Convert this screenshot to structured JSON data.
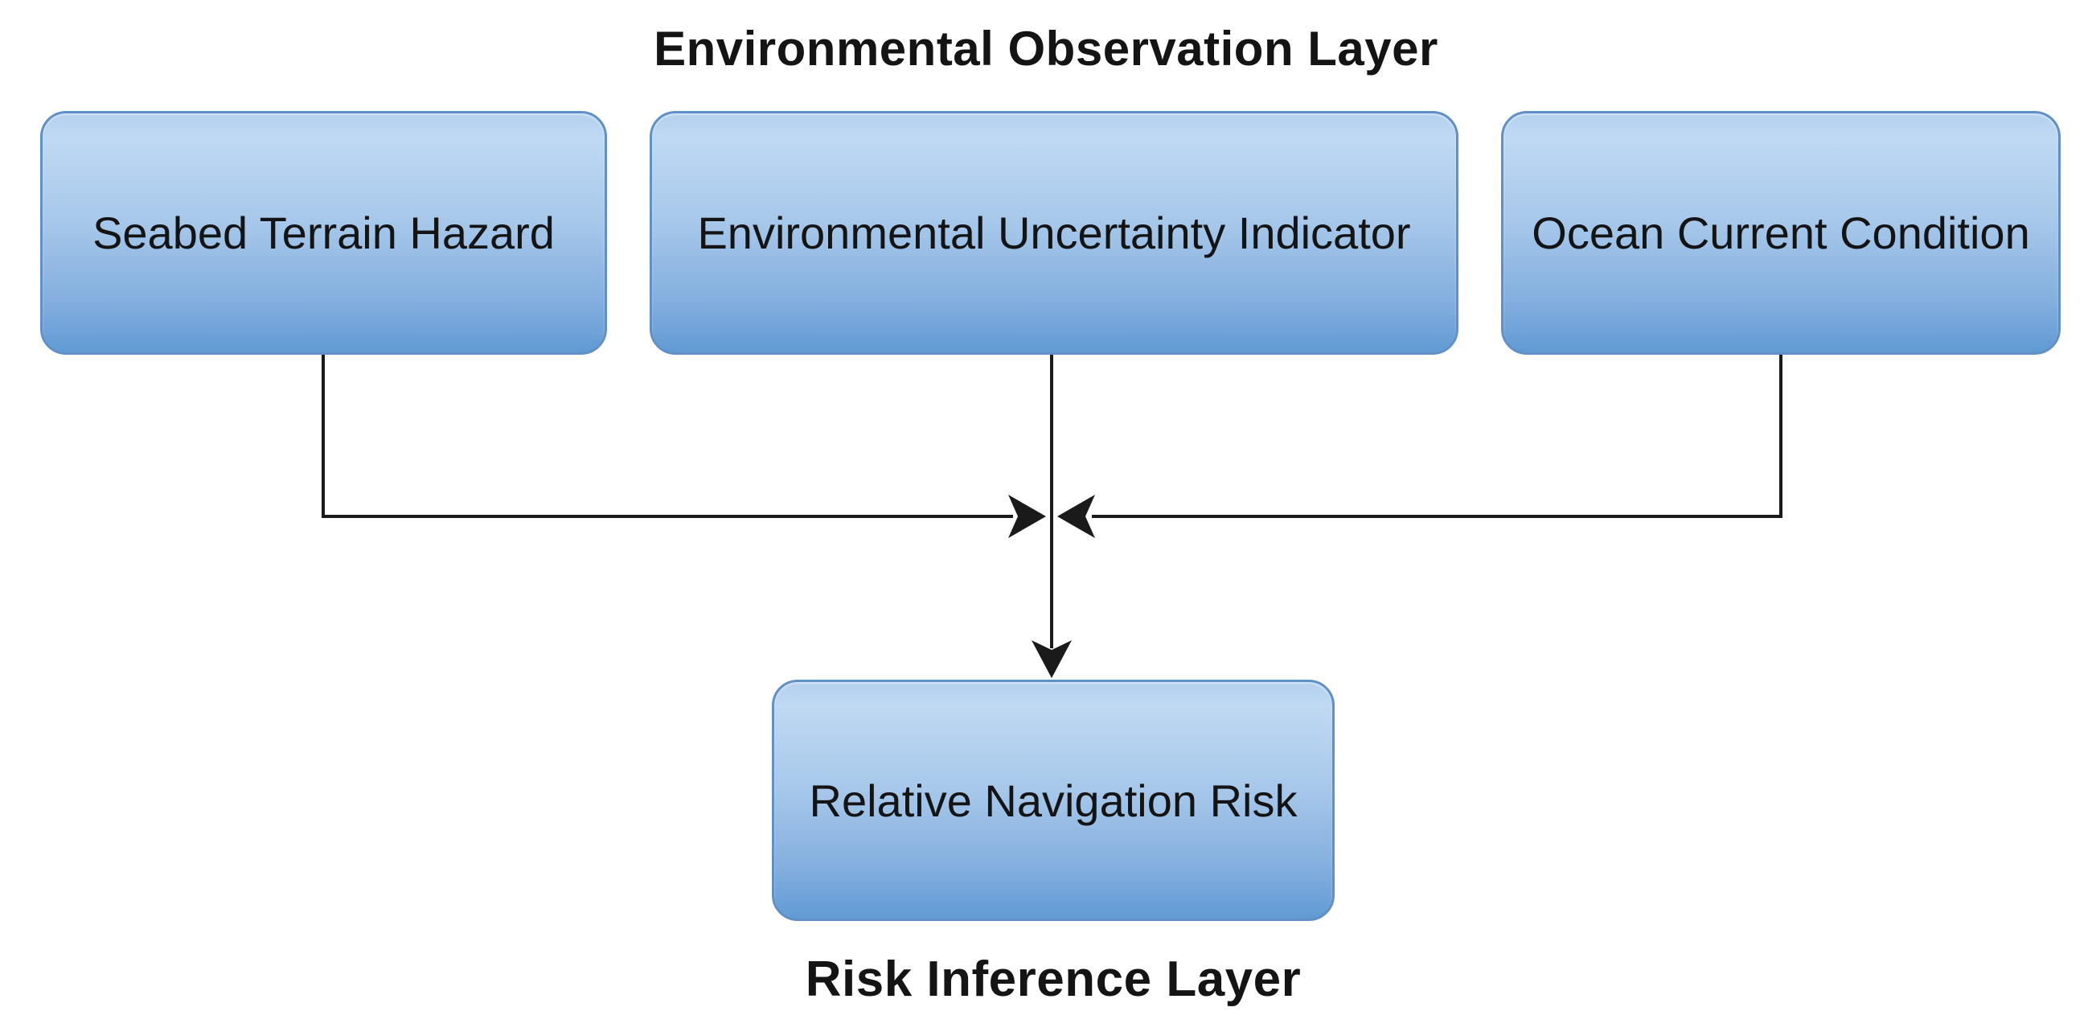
{
  "diagram": {
    "background_color": "#ffffff",
    "line_color": "#1a1a1a",
    "node_style": {
      "fill_top": "#b3d0ee",
      "fill_bottom": "#619ad4",
      "border_color": "#6090c8",
      "text_color": "#141414"
    },
    "layers": {
      "observation": {
        "label": "Environmental Observation Layer"
      },
      "inference": {
        "label": "Risk Inference Layer"
      }
    },
    "nodes": [
      {
        "id": "seabed",
        "label": "Seabed Terrain Hazard"
      },
      {
        "id": "uncertainty",
        "label": "Environmental Uncertainty Indicator"
      },
      {
        "id": "current",
        "label": "Ocean Current Condition"
      },
      {
        "id": "risk",
        "label": "Relative Navigation Risk"
      }
    ],
    "edges": [
      {
        "from": "Seabed Terrain Hazard",
        "to": "Relative Navigation Risk"
      },
      {
        "from": "Environmental Uncertainty Indicator",
        "to": "Relative Navigation Risk"
      },
      {
        "from": "Ocean Current Condition",
        "to": "Relative Navigation Risk"
      }
    ]
  }
}
